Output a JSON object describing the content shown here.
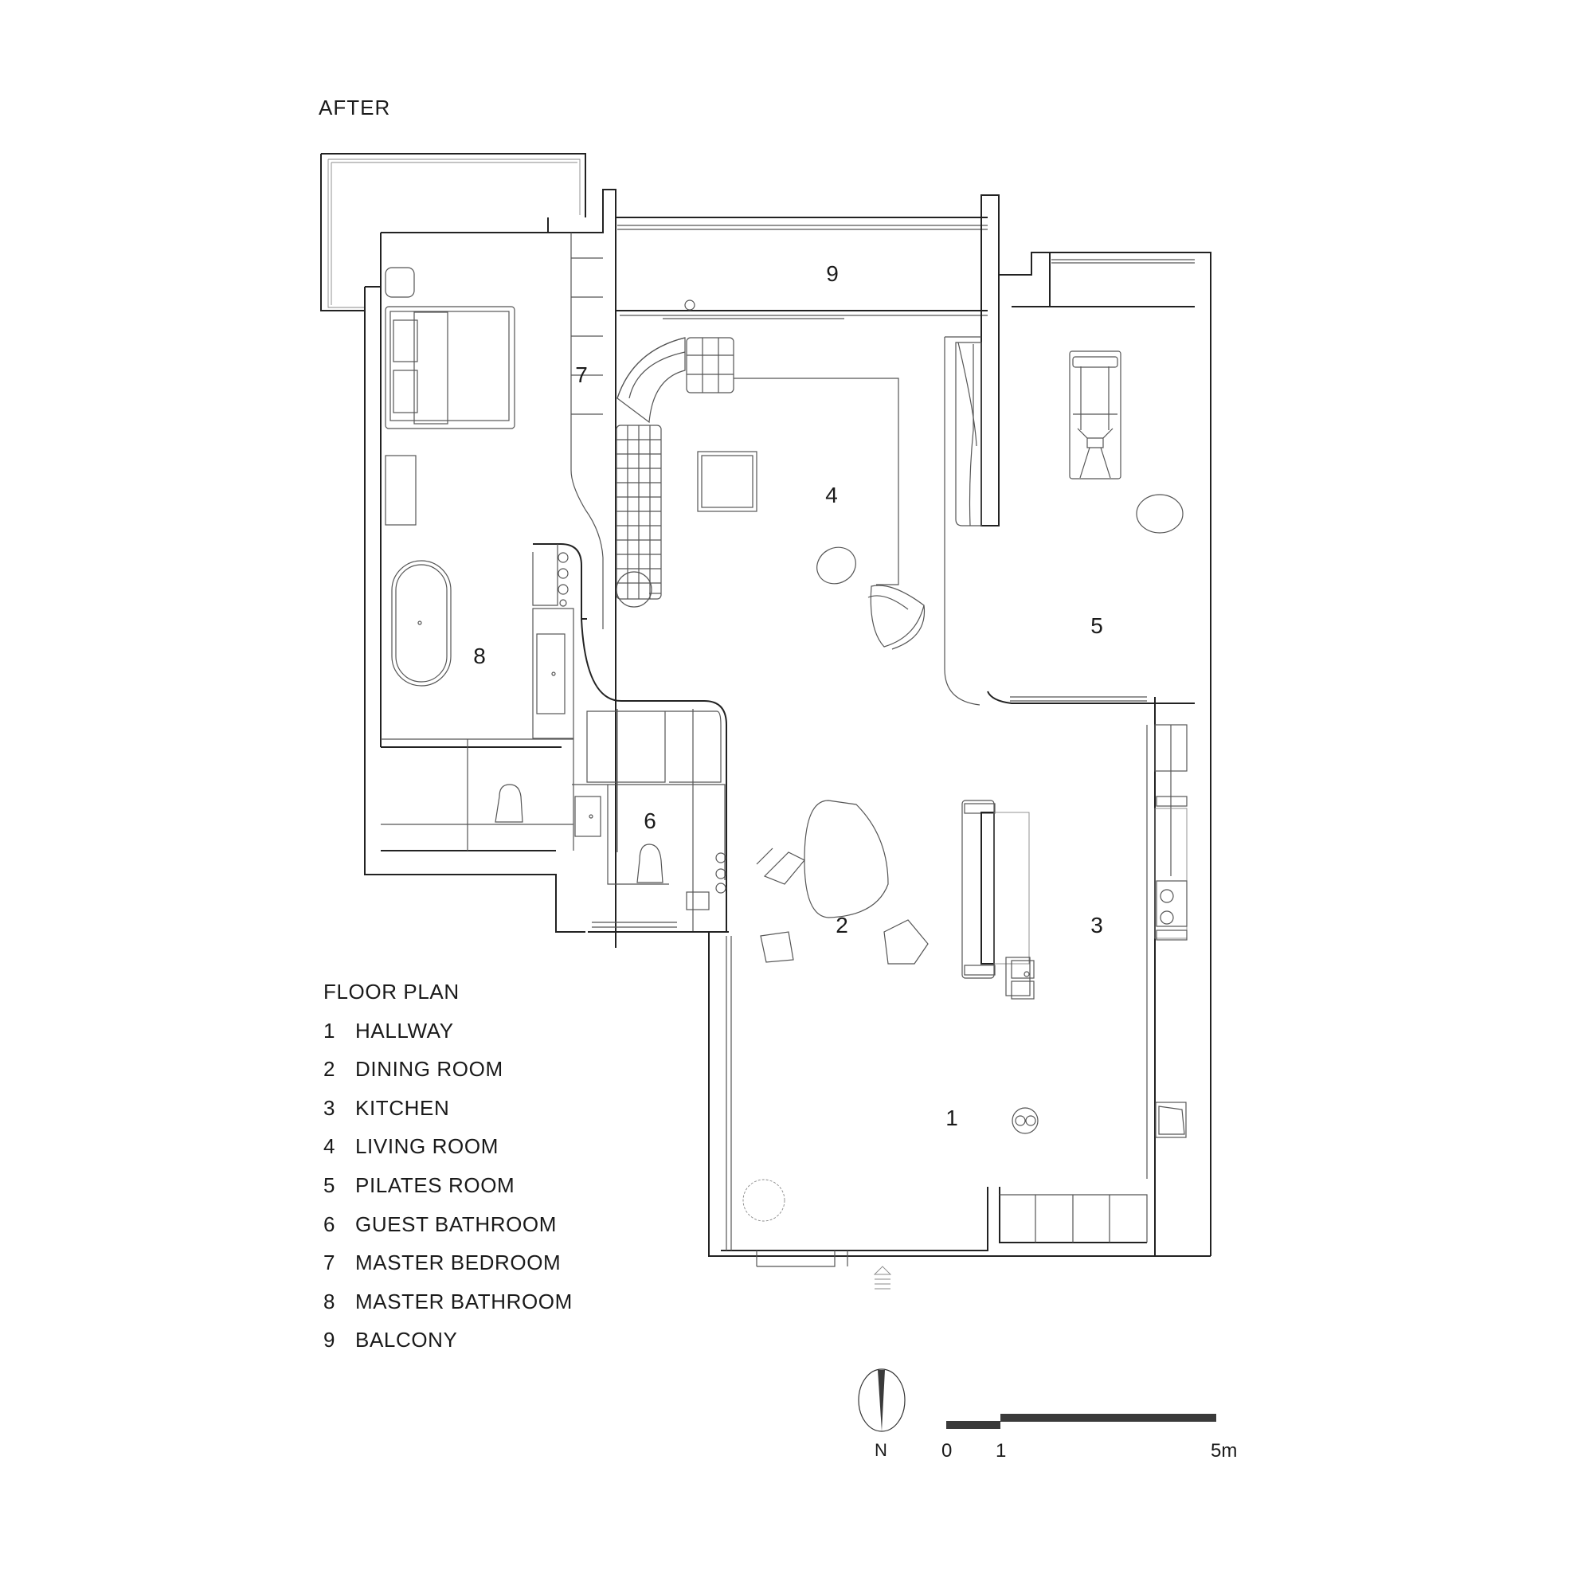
{
  "header": {
    "title": "AFTER"
  },
  "rooms": [
    {
      "number": "1",
      "name": "HALLWAY"
    },
    {
      "number": "2",
      "name": "DINING ROOM"
    },
    {
      "number": "3",
      "name": "KITCHEN"
    },
    {
      "number": "4",
      "name": "LIVING ROOM"
    },
    {
      "number": "5",
      "name": "PILATES ROOM"
    },
    {
      "number": "6",
      "name": "GUEST BATHROOM"
    },
    {
      "number": "7",
      "name": "MASTER BEDROOM"
    },
    {
      "number": "8",
      "name": "MASTER BATHROOM"
    },
    {
      "number": "9",
      "name": "BALCONY"
    }
  ],
  "legend": {
    "title": "FLOOR PLAN"
  },
  "compass": {
    "label": "N",
    "icon": "north-arrow-icon"
  },
  "scale_bar": {
    "labels": [
      "0",
      "1",
      "5m"
    ],
    "unit": "m",
    "color": "#3a3a3a"
  },
  "colors": {
    "line": "#222222",
    "background": "#ffffff"
  }
}
